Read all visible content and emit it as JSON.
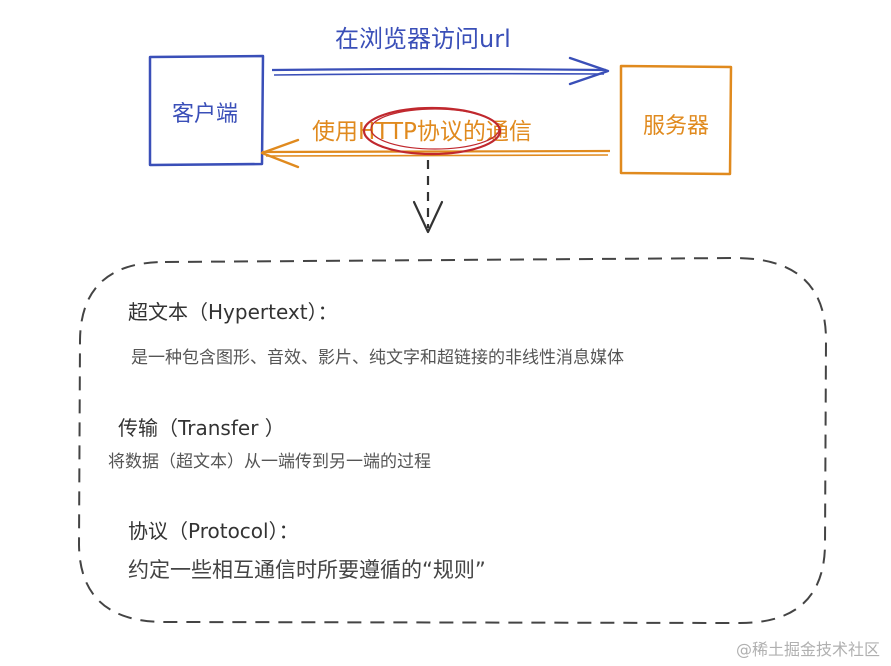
{
  "diagram": {
    "client_label": "客户端",
    "server_label": "服务器",
    "request_label": "在浏览器访问url",
    "response_label": "使用HTTP协议的通信",
    "colors": {
      "client": "#3a4fb8",
      "server": "#e08a1e",
      "highlight": "#c0282e",
      "ink": "#333333",
      "muted": "#555555"
    }
  },
  "definitions": {
    "hypertext_title": "超文本（Hypertext）：",
    "hypertext_desc": "是一种包含图形、音效、影片、纯文字和超链接的非线性消息媒体",
    "transfer_title": "传输（Transfer ）",
    "transfer_desc": "将数据（超文本）从一端传到另一端的过程",
    "protocol_title": "协议（Protocol）：",
    "protocol_desc": "约定一些相互通信时所要遵循的“规则”"
  },
  "watermark": "@稀土掘金技术社区"
}
